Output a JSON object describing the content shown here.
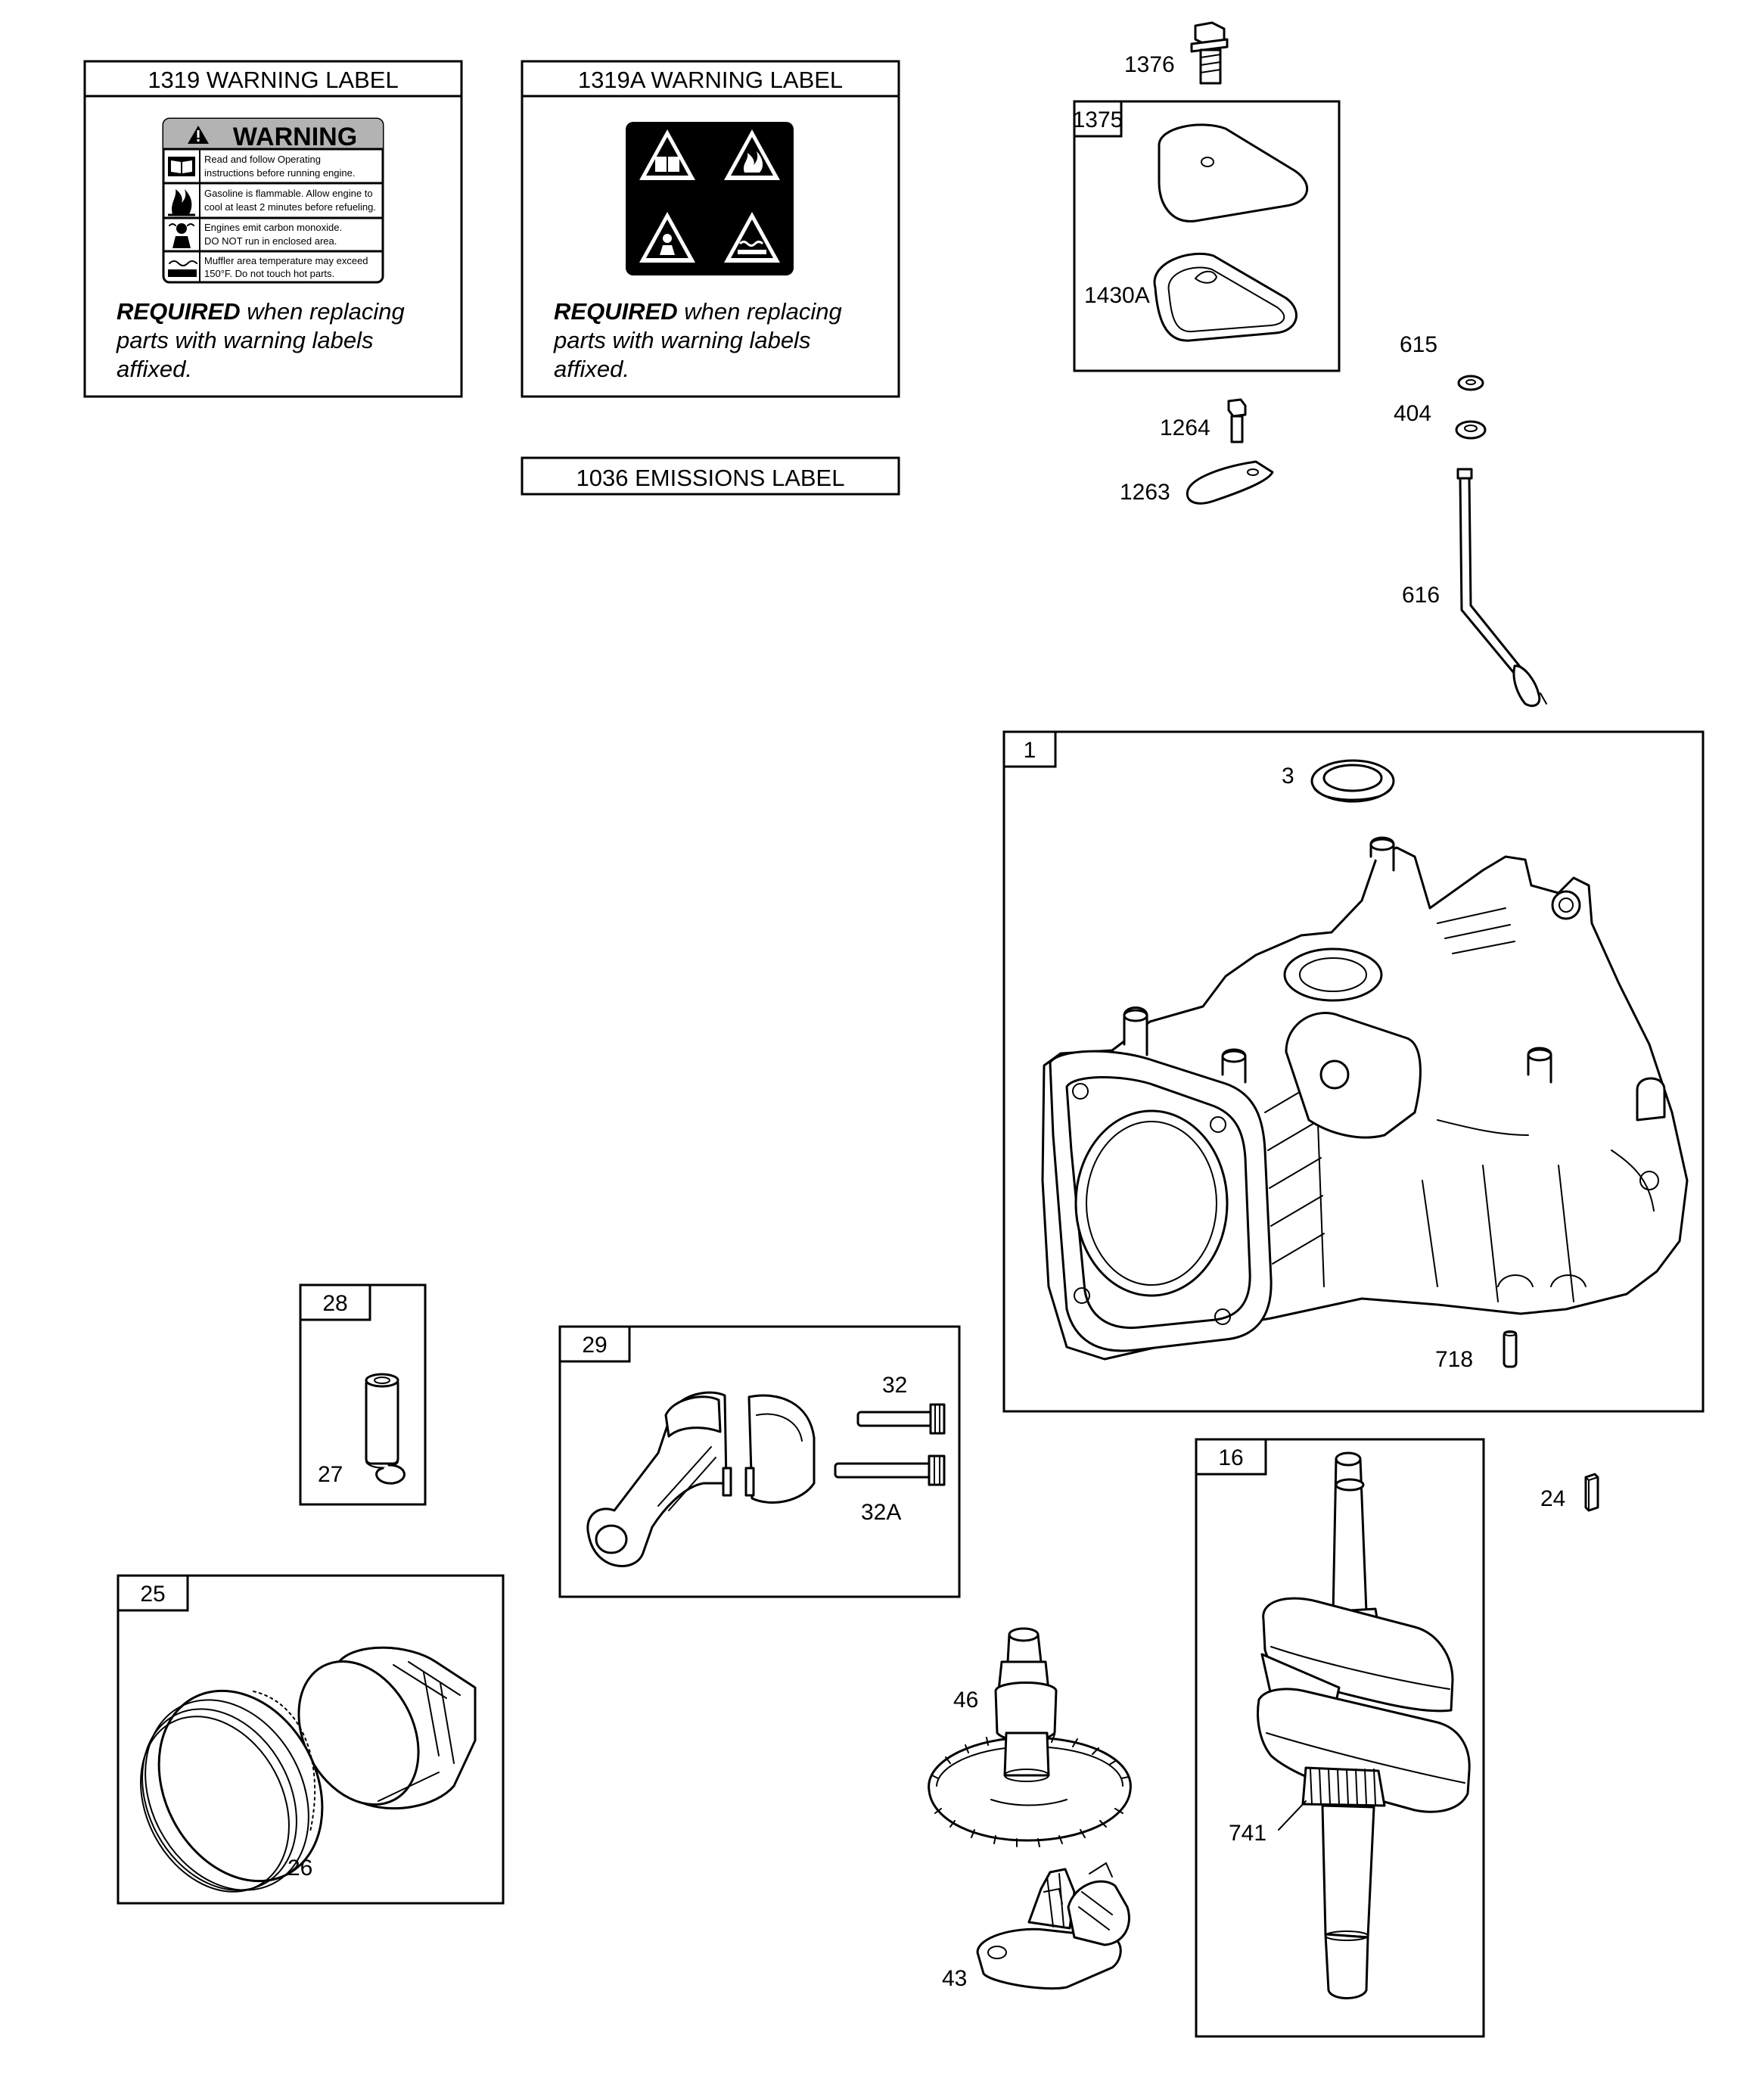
{
  "labels": {
    "warning_1319": {
      "header": "1319 WARNING LABEL",
      "sign_title": "WARNING",
      "sign_rows": [
        [
          "Read and follow Operating",
          "instructions before running engine."
        ],
        [
          "Gasoline is flammable. Allow engine to",
          "cool at least 2 minutes before refueling."
        ],
        [
          "Engines emit carbon monoxide.",
          "DO NOT run in enclosed area."
        ],
        [
          "Muffler area temperature may exceed",
          "150°F.  Do not touch hot parts."
        ]
      ],
      "required_bold": "REQUIRED",
      "required_rest": " when replacing",
      "required_line2": "parts with warning labels",
      "required_line3": "affixed."
    },
    "warning_1319a": {
      "header": "1319A WARNING LABEL",
      "required_bold": "REQUIRED",
      "required_rest": " when replacing",
      "required_line2": "parts with warning labels",
      "required_line3": "affixed."
    },
    "emissions_1036": {
      "header": "1036 EMISSIONS LABEL"
    }
  },
  "boxes": {
    "b1375": "1375",
    "b1": "1",
    "b28": "28",
    "b29": "29",
    "b16": "16",
    "b25": "25"
  },
  "callouts": {
    "c1376": "1376",
    "c1430a": "1430A",
    "c615": "615",
    "c404": "404",
    "c1264": "1264",
    "c1263": "1263",
    "c616": "616",
    "c3": "3",
    "c718": "718",
    "c27": "27",
    "c32": "32",
    "c32a": "32A",
    "c24": "24",
    "c46": "46",
    "c741": "741",
    "c26": "26",
    "c43": "43"
  }
}
